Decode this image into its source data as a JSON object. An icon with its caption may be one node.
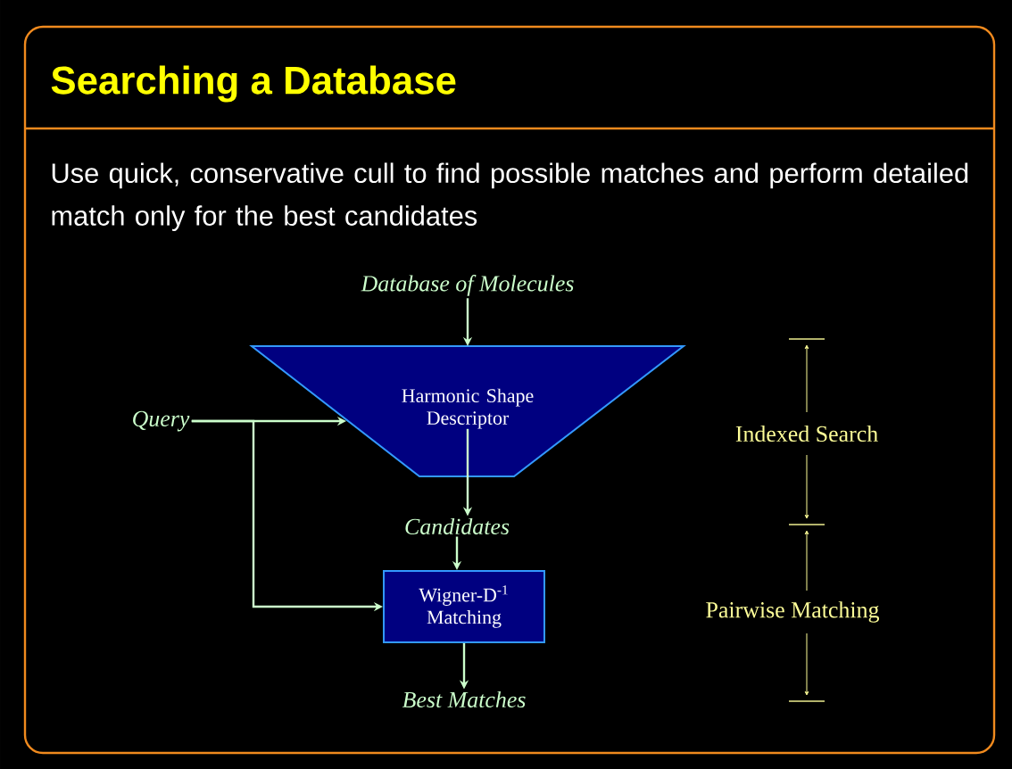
{
  "diagram": {
    "title": "Searching a Database",
    "nodes": [
      {
        "text": [
          "Database of Molecules"
        ]
      },
      {
        "text": [
          "Harmonic Shape Descriptor"
        ]
      },
      {
        "text": [
          "Query"
        ]
      },
      {
        "text": [
          "Candidates"
        ]
      },
      {
        "text": [
          "Wigner-D$^{-1}$ Matching"
        ]
      },
      {
        "text": [
          "Best Matches"
        ]
      }
    ],
    "edges": [
      {
        "from": 0,
        "to": 1,
        "arrow": "to"
      },
      {
        "from": 2,
        "to": 1,
        "arrow": "to"
      },
      {
        "from": 2,
        "to": 4,
        "arrow": "to"
      },
      {
        "from": 1,
        "to": 3,
        "arrow": "to"
      },
      {
        "from": 3,
        "to": 4,
        "arrow": "to"
      },
      {
        "from": 4,
        "to": 5,
        "arrow": "to"
      }
    ],
    "labels": [
      "Use quick, conservative cull to find possible matches and perform detailed match only for the best candidates",
      "Indexed Search",
      "Pairwise Matching"
    ]
  }
}
